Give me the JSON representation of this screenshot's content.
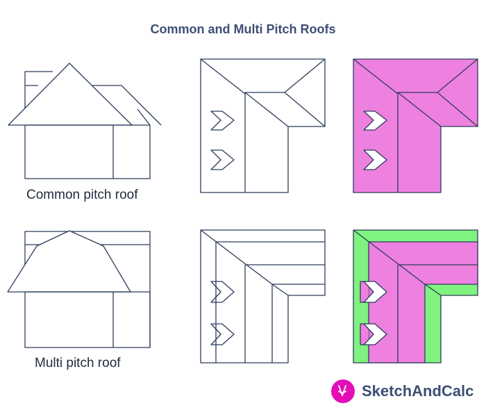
{
  "title": "Common and Multi Pitch Roofs",
  "captions": {
    "common": "Common pitch roof",
    "multi": "Multi pitch roof"
  },
  "brand": {
    "name": "SketchAndCalc",
    "logo_icon": "protractor-logo-icon"
  },
  "colors": {
    "stroke": "#2c3b5a",
    "pink": "#ee80e0",
    "green": "#7ff27f",
    "brand_magenta": "#e40eb7",
    "text": "#3d4f74"
  }
}
